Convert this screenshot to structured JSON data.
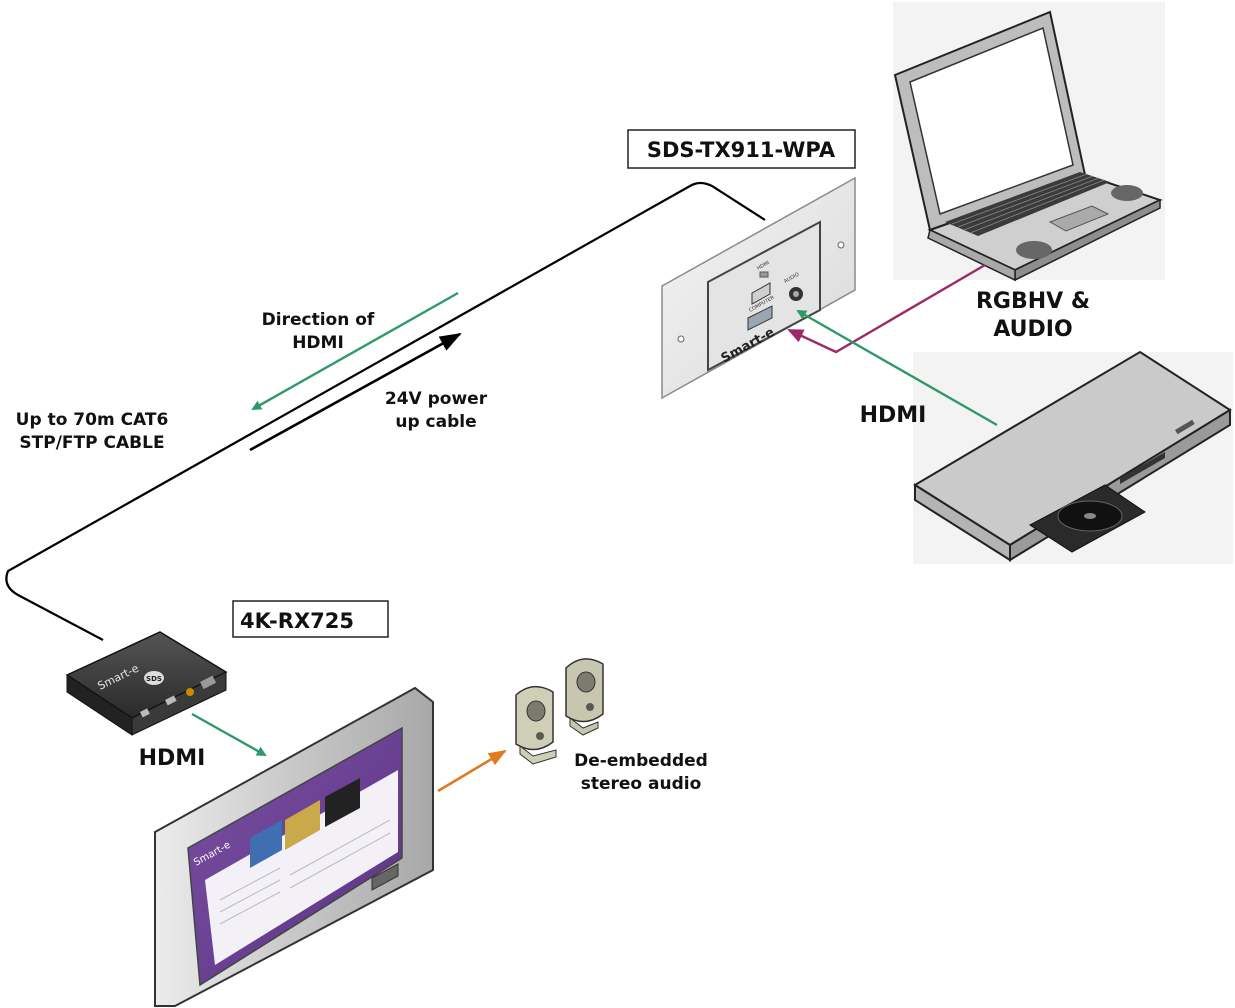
{
  "devices": {
    "transmitter": {
      "label": "SDS-TX911-WPA",
      "plate_hdmi": "HDMI",
      "plate_computer": "COMPUTER",
      "plate_audio": "AUDIO",
      "plate_brand": "Smart-e"
    },
    "receiver": {
      "label": "4K-RX725",
      "brand": "Smart-e",
      "logo": "SDS"
    },
    "laptop": {
      "caption_line1": "RGBHV &",
      "caption_line2": "AUDIO"
    },
    "player": {
      "caption": "HDMI"
    },
    "display": {
      "caption": "HDMI",
      "screen_brand": "Smart-e"
    },
    "speakers": {
      "caption_line1": "De-embedded",
      "caption_line2": "stereo audio"
    }
  },
  "annotations": {
    "direction_line1": "Direction of",
    "direction_line2": "HDMI",
    "power_line1": "24V power",
    "power_line2": "up cable",
    "cable_line1": "Up to 70m CAT6",
    "cable_line2": "STP/FTP CABLE"
  },
  "colors": {
    "hdmi_arrow": "#2e9a6a",
    "rgbhv_line": "#9c2a67",
    "audio_arrow": "#e07a1f",
    "cable": "#000000"
  }
}
